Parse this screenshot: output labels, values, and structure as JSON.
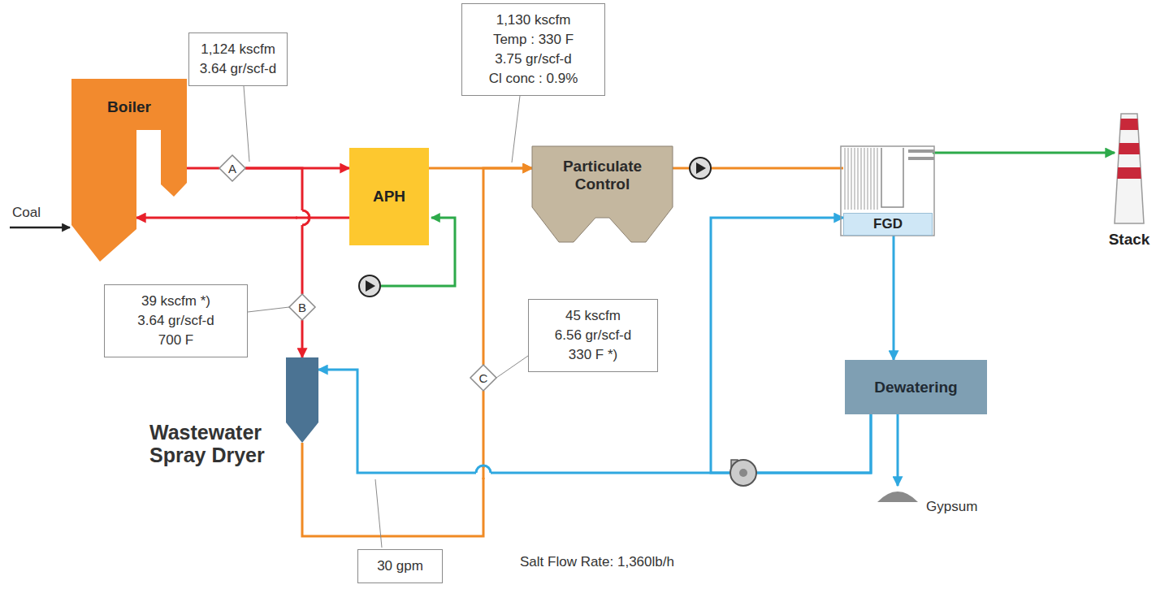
{
  "diagram": {
    "nodes": [
      {
        "text": [
          "Boiler"
        ]
      },
      {
        "text": [
          "A"
        ]
      },
      {
        "text": [
          "APH"
        ]
      },
      {
        "text": [
          "Particulate Control"
        ]
      },
      {
        "text": [
          "FGD"
        ]
      },
      {
        "text": [
          "Stack"
        ]
      },
      {
        "text": [
          "B"
        ]
      },
      {
        "text": [
          "Wastewater Spray Dryer"
        ]
      },
      {
        "text": [
          "C"
        ]
      },
      {
        "text": [
          "Dewatering"
        ]
      },
      {
        "text": [
          "Gypsum"
        ]
      },
      {
        "text": [
          "1,124 kscfm",
          "3.64 gr/scf-d"
        ]
      },
      {
        "text": [
          "1,130 kscfm",
          "Temp : 330 F",
          "3.75 gr/scf-d",
          "Cl conc : 0.9%"
        ]
      },
      {
        "text": [
          "39 kscfm *)",
          "3.64 gr/scf-d",
          "700 F"
        ]
      },
      {
        "text": [
          "45 kscfm",
          "6.56 gr/scf-d",
          "330 F *)"
        ]
      },
      {
        "text": [
          "30 gpm"
        ]
      }
    ],
    "edges": [
      {
        "from": 0,
        "to": 1,
        "arrow": "none"
      },
      {
        "from": 1,
        "to": 2,
        "arrow": "to"
      },
      {
        "from": 2,
        "to": 0,
        "arrow": "to"
      },
      {
        "from": 1,
        "to": 6,
        "arrow": "none"
      },
      {
        "from": 6,
        "to": 7,
        "arrow": "to"
      },
      {
        "from": 7,
        "to": 8,
        "arrow": "none"
      },
      {
        "from": 8,
        "to": 3,
        "arrow": "to"
      },
      {
        "from": 2,
        "to": 3,
        "arrow": "to"
      },
      {
        "from": 3,
        "to": 4,
        "arrow": "none"
      },
      {
        "from": 4,
        "to": 5,
        "arrow": "to"
      },
      {
        "from": 4,
        "to": 9,
        "arrow": "to"
      },
      {
        "from": 9,
        "to": 10,
        "arrow": "to"
      },
      {
        "from": 9,
        "to": 4,
        "arrow": "to"
      },
      {
        "from": 9,
        "to": 7,
        "arrow": "to"
      },
      {
        "from": 13,
        "to": 6,
        "arrow": "none"
      },
      {
        "from": 14,
        "to": 8,
        "arrow": "none"
      }
    ],
    "labels": [
      "Coal",
      "Salt Flow Rate: 1,360lb/h"
    ]
  }
}
